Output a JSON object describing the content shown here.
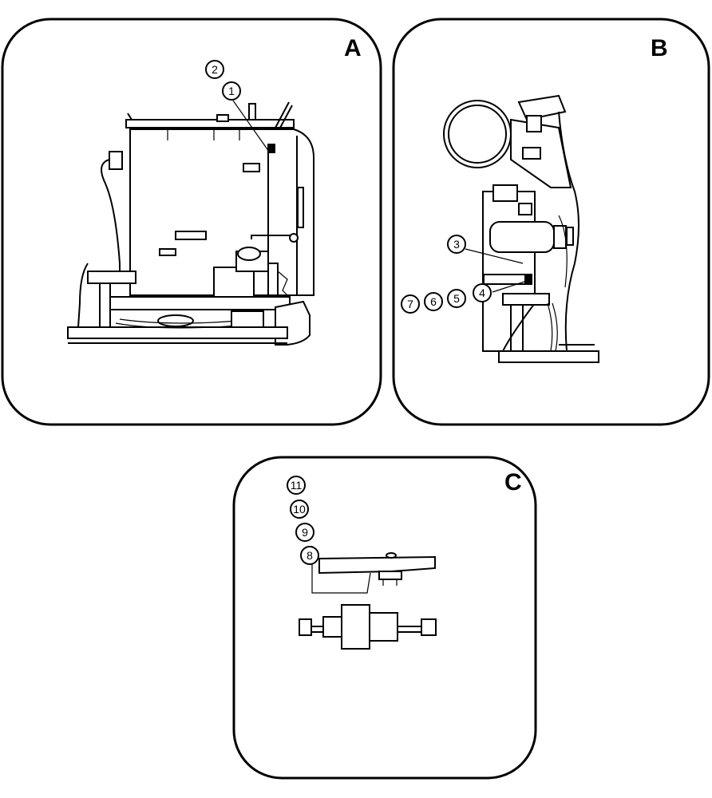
{
  "panels": {
    "a": {
      "letter": "A"
    },
    "b": {
      "letter": "B"
    },
    "c": {
      "letter": "C"
    }
  },
  "callouts": {
    "c1": "1",
    "c2": "2",
    "c3": "3",
    "c4": "4",
    "c5": "5",
    "c6": "6",
    "c7": "7",
    "c8": "8",
    "c9": "9",
    "c10": "10",
    "c11": "11"
  }
}
